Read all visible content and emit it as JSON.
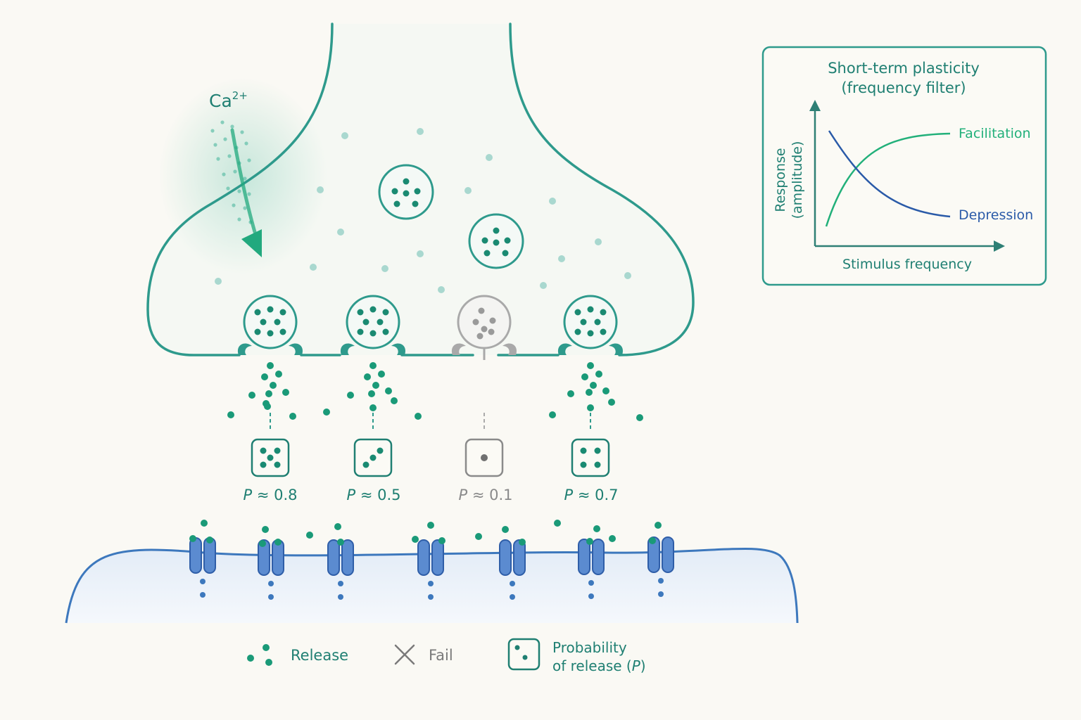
{
  "colors": {
    "background": "#faf9f4",
    "membrane_teal": "#2e9a8c",
    "transmitter_green": "#1a9a78",
    "particle_light": "#a9d8cf",
    "inactive_gray": "#9a9a9a",
    "receptor_blue": "#4f7fc3",
    "postsynaptic_line": "#3d78bd",
    "facilitation_green": "#22b07a",
    "depression_blue": "#2a5aa8",
    "text_teal": "#1f7f72"
  },
  "ion": {
    "label": "Ca",
    "superscript": "2+"
  },
  "release_sites": [
    {
      "prob_symbol": "P",
      "prob_value": "≈ 0.8",
      "die_face": 5,
      "active": true
    },
    {
      "prob_symbol": "P",
      "prob_value": "≈ 0.5",
      "die_face": 3,
      "active": true
    },
    {
      "prob_symbol": "P",
      "prob_value": "≈ 0.1",
      "die_face": 1,
      "active": false
    },
    {
      "prob_symbol": "P",
      "prob_value": "≈ 0.7",
      "die_face": 4,
      "active": true
    }
  ],
  "inset": {
    "title_line1": "Short-term plasticity",
    "title_line2": "(frequency filter)",
    "ylabel_line1": "Response",
    "ylabel_line2": "(amplitude)",
    "xlabel": "Stimulus frequency",
    "curve_labels": {
      "facilitation": "Facilitation",
      "depression": "Depression"
    }
  },
  "legend": {
    "release_label": "Release",
    "fail_label": "Fail",
    "probability_line1": "Probability",
    "probability_line2_prefix": "of release (",
    "probability_symbol": "P",
    "probability_line2_suffix": ")"
  }
}
